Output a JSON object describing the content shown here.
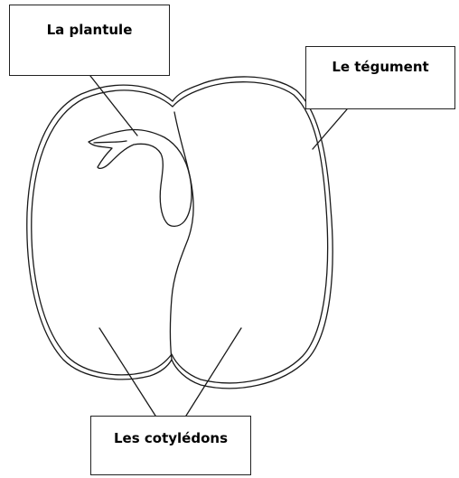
{
  "labels": {
    "plantule": "La plantule",
    "tegument": "Le tégument",
    "cotyledons": "Les cotylédons"
  },
  "colors": {
    "line": "#1a1a1a",
    "background": "#ffffff"
  }
}
